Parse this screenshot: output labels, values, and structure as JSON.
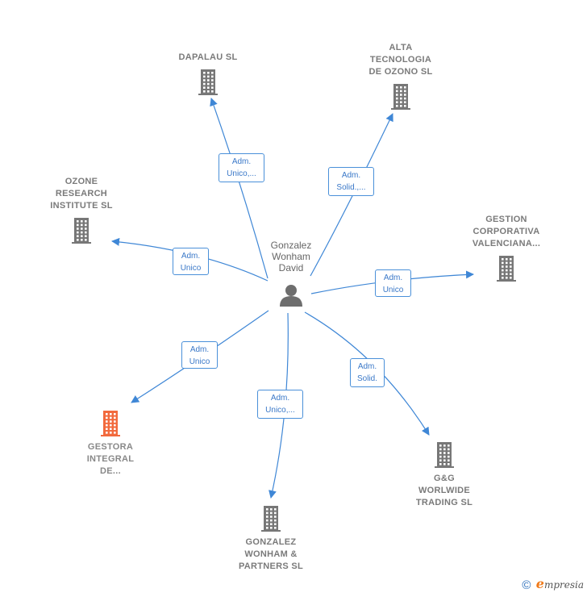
{
  "colors": {
    "edge": "#3f87d6",
    "building": "#777777",
    "building_highlight": "#f26a3d",
    "person": "#6e6e6e"
  },
  "center": {
    "name_lines": [
      "Gonzalez",
      "Wonham",
      "David"
    ],
    "icon": "person-icon"
  },
  "companies": [
    {
      "id": "dapalau",
      "name_lines": [
        "DAPALAU  SL"
      ],
      "icon": "building-icon",
      "highlight": false
    },
    {
      "id": "alta",
      "name_lines": [
        "ALTA",
        "TECNOLOGIA",
        "DE OZONO  SL"
      ],
      "icon": "building-icon",
      "highlight": false
    },
    {
      "id": "ozone",
      "name_lines": [
        "OZONE",
        "RESEARCH",
        "INSTITUTE  SL"
      ],
      "icon": "building-icon",
      "highlight": false
    },
    {
      "id": "gestion",
      "name_lines": [
        "GESTION",
        "CORPORATIVA",
        "VALENCIANA..."
      ],
      "icon": "building-icon",
      "highlight": false
    },
    {
      "id": "gestora",
      "name_lines": [
        "GESTORA",
        "INTEGRAL",
        "DE..."
      ],
      "icon": "building-icon",
      "highlight": true
    },
    {
      "id": "gg",
      "name_lines": [
        "G&G",
        "WORLWIDE",
        "TRADING  SL"
      ],
      "icon": "building-icon",
      "highlight": false
    },
    {
      "id": "gonzalez",
      "name_lines": [
        "GONZALEZ",
        "WONHAM &",
        "PARTNERS  SL"
      ],
      "icon": "building-icon",
      "highlight": false
    }
  ],
  "edges": [
    {
      "to": "dapalau",
      "label_lines": [
        "Adm.",
        "Unico,..."
      ]
    },
    {
      "to": "alta",
      "label_lines": [
        "Adm.",
        "Solid.,..."
      ]
    },
    {
      "to": "ozone",
      "label_lines": [
        "Adm.",
        "Unico"
      ]
    },
    {
      "to": "gestion",
      "label_lines": [
        "Adm.",
        "Unico"
      ]
    },
    {
      "to": "gestora",
      "label_lines": [
        "Adm.",
        "Unico"
      ]
    },
    {
      "to": "gg",
      "label_lines": [
        "Adm.",
        "Solid."
      ]
    },
    {
      "to": "gonzalez",
      "label_lines": [
        "Adm.",
        "Unico,..."
      ]
    }
  ],
  "footer": {
    "copyright_symbol": "©",
    "brand_initial": "e",
    "brand_rest": "mpresia"
  }
}
